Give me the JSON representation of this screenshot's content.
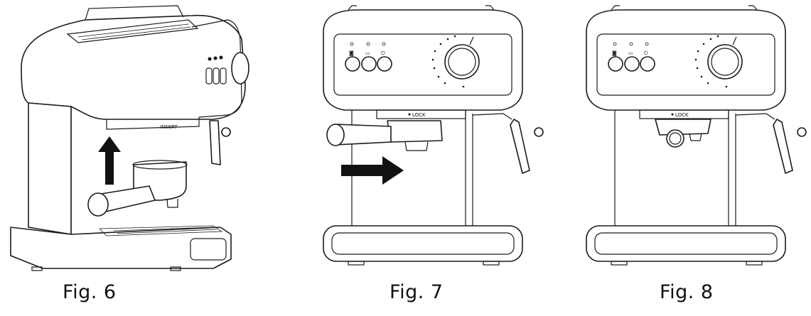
{
  "figures": [
    {
      "caption": "Fig. 6",
      "insert_label": "INSERT"
    },
    {
      "caption": "Fig. 7",
      "lock_label": "LOCK"
    },
    {
      "caption": "Fig. 8",
      "lock_label": "LOCK"
    }
  ]
}
